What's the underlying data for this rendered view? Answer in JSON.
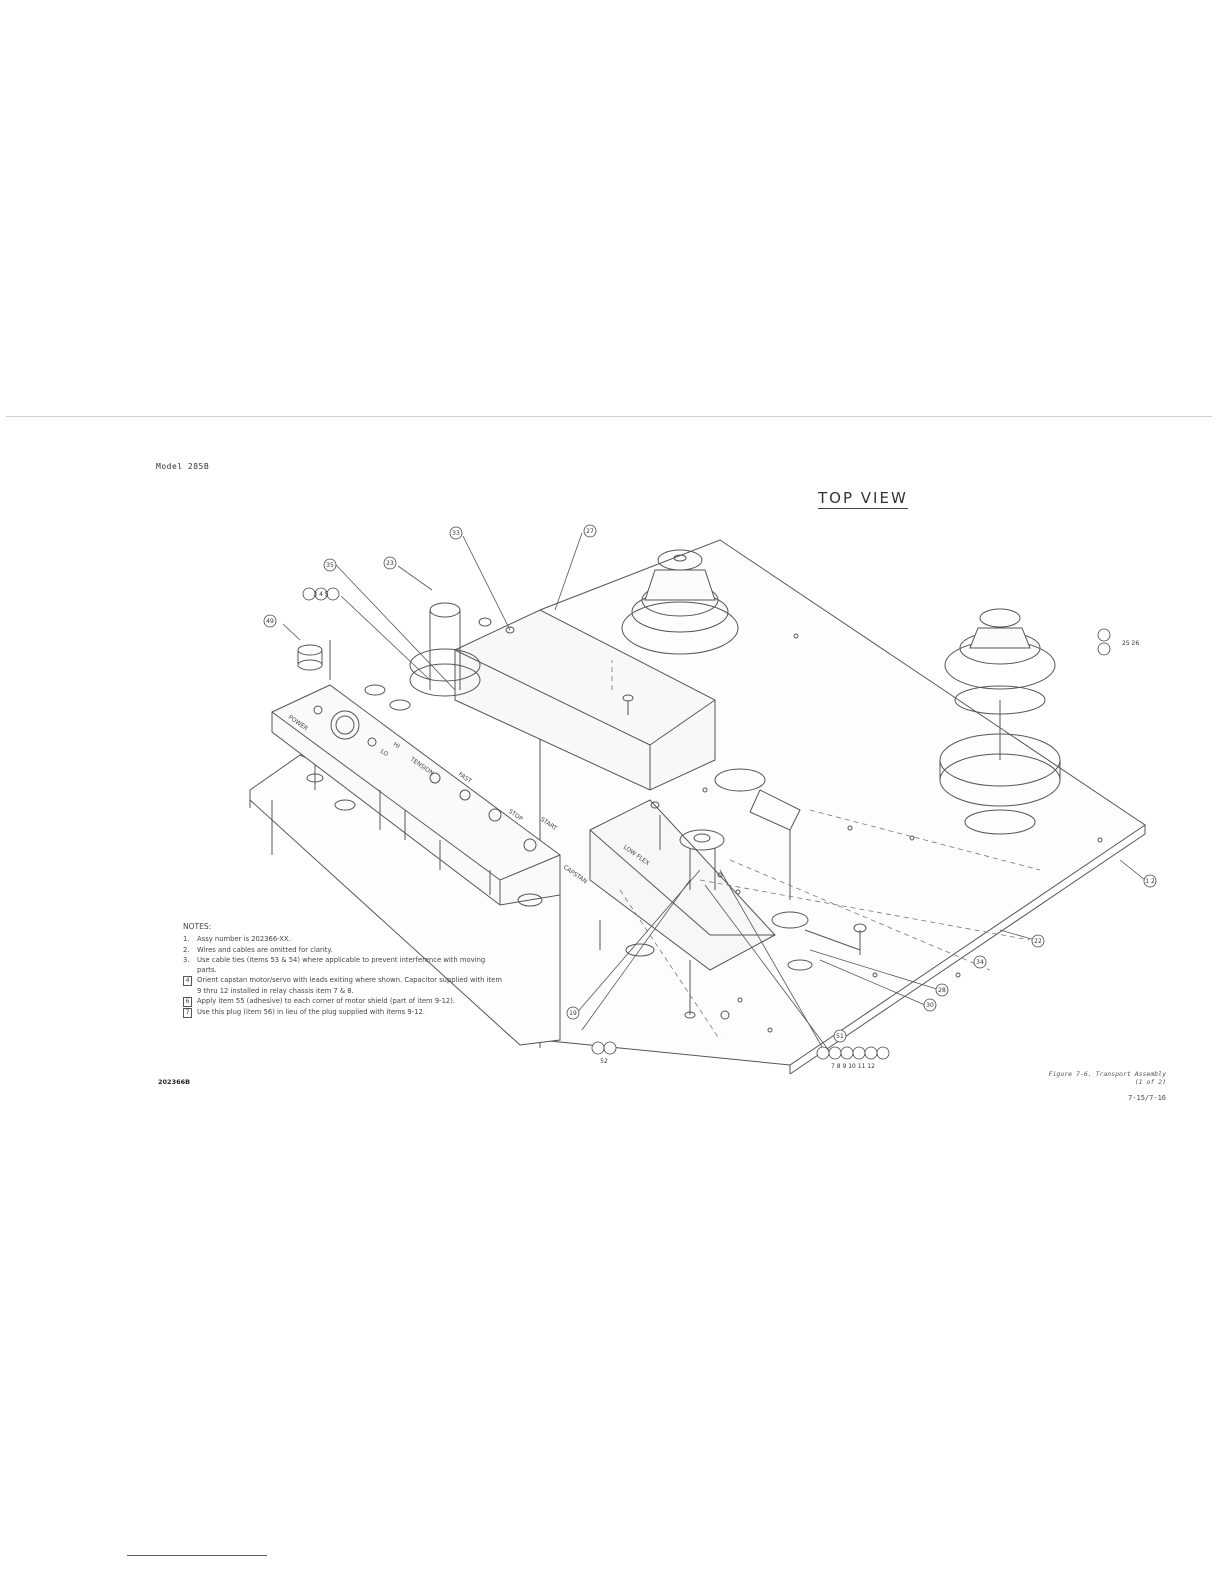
{
  "header": {
    "model": "Model 285B"
  },
  "drawing_number": "202366B",
  "view_title": "TOP VIEW",
  "notes": {
    "title": "NOTES:",
    "items": [
      {
        "num": "1.",
        "boxed": false,
        "text": "Assy number is 202366-XX."
      },
      {
        "num": "2.",
        "boxed": false,
        "text": "Wires and cables are omitted for clarity."
      },
      {
        "num": "3.",
        "boxed": false,
        "text": "Use cable ties (items 53 & 54) where applicable to prevent interference with moving parts."
      },
      {
        "num": "4",
        "boxed": true,
        "text": "Orient capstan motor/servo with leads exiting where shown. Capacitor supplied with item 9 thru 12 installed in relay chassis item 7 & 8."
      },
      {
        "num": "6",
        "boxed": true,
        "text": "Apply item 55 (adhesive) to each corner of motor shield (part of item 9-12)."
      },
      {
        "num": "7",
        "boxed": true,
        "text": "Use this plug (item 56) in lieu of the plug supplied with items 9-12."
      }
    ]
  },
  "caption": {
    "line1": "Figure 7-6.  Transport Assembly",
    "line2": "(1 of 2)"
  },
  "page_ref": "7-15/7-16",
  "panel_labels": {
    "power": "POWER",
    "tension": "TENSION",
    "fast": "FAST",
    "stop": "STOP",
    "start": "START",
    "capstan": "CAPSTAN",
    "low_flex": "LOW FLEX",
    "hi": "HI",
    "lo": "LO"
  },
  "callouts": [
    {
      "id": "c49",
      "label": "49"
    },
    {
      "id": "c3-4-5",
      "label": "3 4 5"
    },
    {
      "id": "c35",
      "label": "35"
    },
    {
      "id": "c23",
      "label": "23"
    },
    {
      "id": "c33",
      "label": "33"
    },
    {
      "id": "c27",
      "label": "27"
    },
    {
      "id": "c25-26",
      "label": "25 26"
    },
    {
      "id": "c1-2",
      "label": "1 2"
    },
    {
      "id": "c22",
      "label": "22"
    },
    {
      "id": "c34",
      "label": "34"
    },
    {
      "id": "c28",
      "label": "28"
    },
    {
      "id": "c30",
      "label": "30"
    },
    {
      "id": "c19",
      "label": "19"
    },
    {
      "id": "c7-12",
      "label": "7 8 9 10 11 12"
    },
    {
      "id": "c51",
      "label": "51"
    },
    {
      "id": "c52",
      "label": "52"
    }
  ]
}
